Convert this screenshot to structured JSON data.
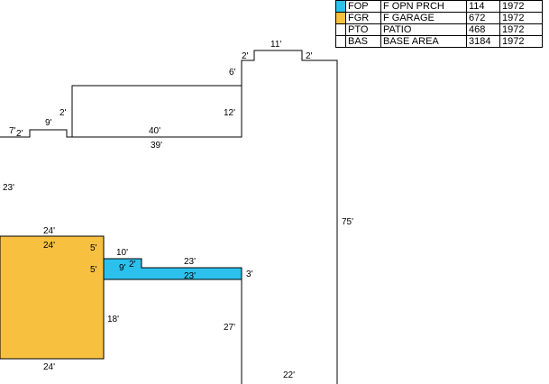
{
  "legend": {
    "rows": [
      {
        "code": "FOP",
        "desc": "F OPN PRCH",
        "sqft": "114",
        "year": "1972",
        "color": "#2cc1ed"
      },
      {
        "code": "FGR",
        "desc": "F GARAGE",
        "sqft": "672",
        "year": "1972",
        "color": "#f8c03f"
      },
      {
        "code": "PTO",
        "desc": "PATIO",
        "sqft": "468",
        "year": "1972",
        "color": "#ffffff"
      },
      {
        "code": "BAS",
        "desc": "BASE AREA",
        "sqft": "3184",
        "year": "1972",
        "color": "#ffffff"
      }
    ]
  },
  "dimensions": {
    "d7": "7'",
    "d2a": "2'",
    "d9a": "9'",
    "d2b": "2'",
    "d40": "40'",
    "d39": "39'",
    "d12": "12'",
    "d6": "6'",
    "d2c": "2'",
    "d11": "11'",
    "d2d": "2'",
    "d75": "75'",
    "d23a": "23'",
    "d24a": "24'",
    "d24b": "24'",
    "d5a": "5'",
    "d5b": "5'",
    "d10": "10'",
    "d9b": "9'",
    "d2e": "2'",
    "d23b": "23'",
    "d23c": "23'",
    "d3": "3'",
    "d18": "18'",
    "d27": "27'",
    "d24c": "24'",
    "d22": "22'"
  }
}
